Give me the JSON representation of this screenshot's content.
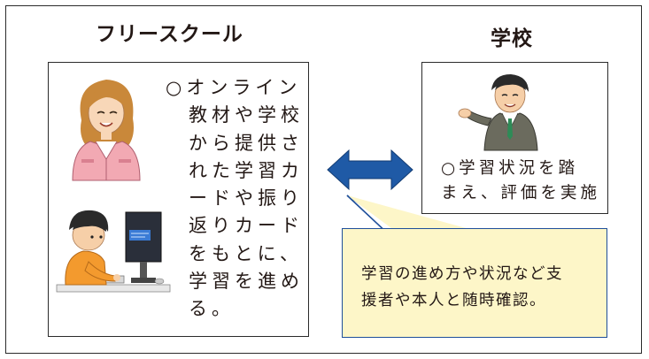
{
  "left_panel": {
    "title": "フリースクール",
    "description": "○オンライン\n　教材や学校\n　から提供さ\n　れた学習カ\n　ードや振り\n　返りカード\n　をもとに、\n　学習を進め\n　る。"
  },
  "right_panel": {
    "title": "学校",
    "description": "○学習状況を踏\nまえ、評価を実施"
  },
  "callout": {
    "text": "学習の進め方や状況など支\n援者や本人と随時確認。"
  },
  "colors": {
    "arrow": "#1f5aa6",
    "callout_fill": "#fdf6c8",
    "callout_border": "#1f4f9a"
  },
  "icons": [
    "woman-staff-illustration",
    "boy-at-computer-illustration",
    "teacher-illustration",
    "double-arrow-icon"
  ]
}
